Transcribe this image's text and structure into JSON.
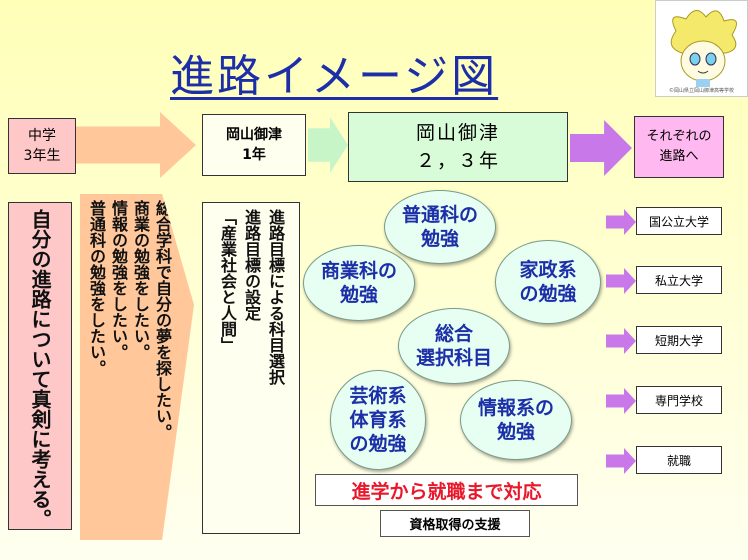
{
  "title": "進路イメージ図",
  "logo": {
    "caption": "©岡山県立岡山御津高等学校"
  },
  "flow": {
    "junior_high": "中学\n3年生",
    "first_year": "岡山御津\n1年",
    "upper_years": "岡山御津\n２，３年",
    "destinations": "それぞれの\n進路へ"
  },
  "vertical_texts": {
    "serious": "自分の進路について真剣に考える。",
    "wishes": [
      "総合学科で自分の夢を探したい。",
      "商業の勉強をしたい。",
      "情報の勉強をしたい。",
      "普通科の勉強をしたい。"
    ],
    "first_year_plan": [
      "進路目標による科目選択",
      "進路目標の設定",
      "「産業社会と人間」"
    ]
  },
  "bubbles": {
    "general": "普通科の\n勉強",
    "commerce": "商業科の\n勉強",
    "home_economics": "家政系\nの勉強",
    "integrated": "総合\n選択科目",
    "arts_pe": "芸術系\n体育系\nの勉強",
    "information": "情報系の\n勉強"
  },
  "outcomes": [
    "国公立大学",
    "私立大学",
    "短期大学",
    "専門学校",
    "就職"
  ],
  "banner": "進学から就職まで対応",
  "support": "資格取得の支援",
  "colors": {
    "title": "#1d2fa8",
    "banner": "#e8182a",
    "arrow_orange": "#ffc79a",
    "arrow_green": "#c8f5c8",
    "arrow_violet": "#c878e8"
  }
}
